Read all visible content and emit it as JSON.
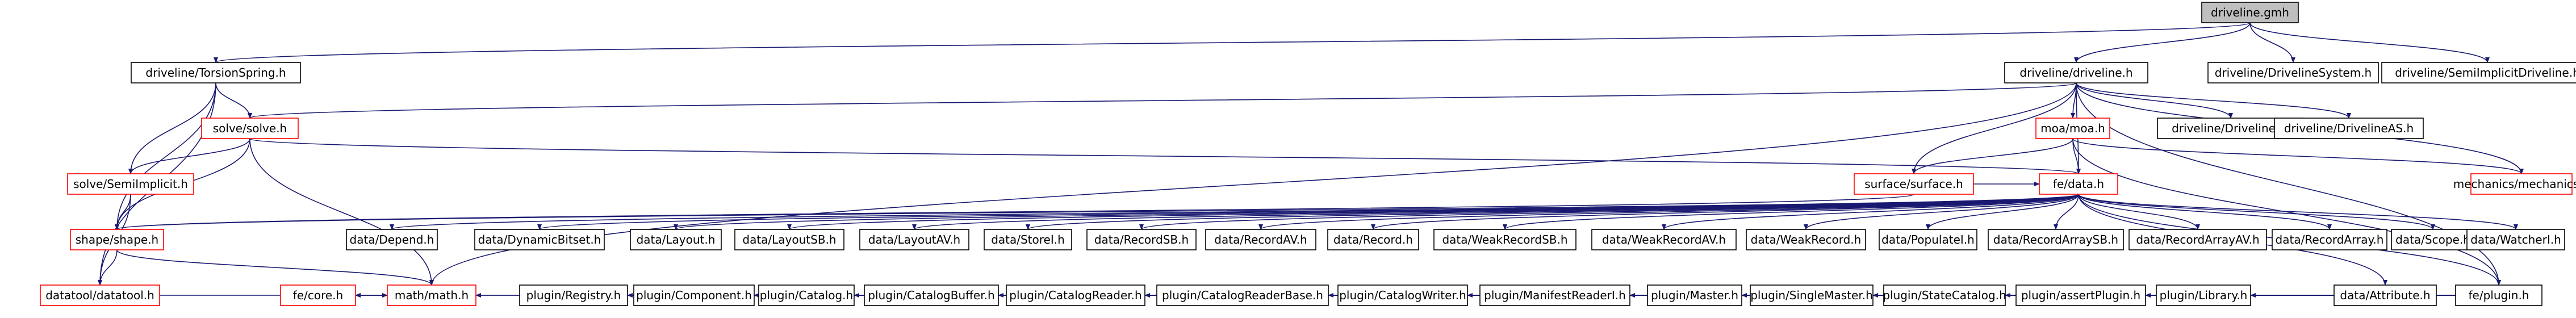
{
  "graph": {
    "colors": {
      "background": "#ffffff",
      "root_fill": "#bfbfbf",
      "node_fill": "#ffffff",
      "node_border": "#000000",
      "truncated_border": "#ff0000",
      "edge": "#191970",
      "text": "#000000"
    },
    "nodes": [
      {
        "id": "root",
        "label": "driveline.gmh",
        "style": "root"
      },
      {
        "id": "torsion",
        "label": "driveline/TorsionSpring.h",
        "style": "normal"
      },
      {
        "id": "dl",
        "label": "driveline/driveline.h",
        "style": "normal"
      },
      {
        "id": "dlsys",
        "label": "driveline/DrivelineSystem.h",
        "style": "normal"
      },
      {
        "id": "semiimp_dl",
        "label": "driveline/SemiImplicitDriveline.h",
        "style": "normal"
      },
      {
        "id": "solve",
        "label": "solve/solve.h",
        "style": "truncated"
      },
      {
        "id": "moa",
        "label": "moa/moa.h",
        "style": "truncated"
      },
      {
        "id": "dlinet",
        "label": "driveline/DrivelineI.h",
        "style": "normal"
      },
      {
        "id": "dlas",
        "label": "driveline/DrivelineAS.h",
        "style": "normal"
      },
      {
        "id": "semiimp",
        "label": "solve/SemiImplicit.h",
        "style": "truncated"
      },
      {
        "id": "surface",
        "label": "surface/surface.h",
        "style": "truncated"
      },
      {
        "id": "mechanics",
        "label": "mechanics/mechanics.h",
        "style": "truncated"
      },
      {
        "id": "fedata",
        "label": "fe/data.h",
        "style": "truncated"
      },
      {
        "id": "shape",
        "label": "shape/shape.h",
        "style": "truncated"
      },
      {
        "id": "datatool",
        "label": "datatool/datatool.h",
        "style": "truncated"
      },
      {
        "id": "depend",
        "label": "data/Depend.h",
        "style": "normal"
      },
      {
        "id": "dynbitset",
        "label": "data/DynamicBitset.h",
        "style": "normal"
      },
      {
        "id": "layout",
        "label": "data/Layout.h",
        "style": "normal"
      },
      {
        "id": "layoutsb",
        "label": "data/LayoutSB.h",
        "style": "normal"
      },
      {
        "id": "layoutav",
        "label": "data/LayoutAV.h",
        "style": "normal"
      },
      {
        "id": "storei",
        "label": "data/StoreI.h",
        "style": "normal"
      },
      {
        "id": "recordsb",
        "label": "data/RecordSB.h",
        "style": "normal"
      },
      {
        "id": "recordav",
        "label": "data/RecordAV.h",
        "style": "normal"
      },
      {
        "id": "record",
        "label": "data/Record.h",
        "style": "normal"
      },
      {
        "id": "weakrecordsb",
        "label": "data/WeakRecordSB.h",
        "style": "normal"
      },
      {
        "id": "weakrecordav",
        "label": "data/WeakRecordAV.h",
        "style": "normal"
      },
      {
        "id": "weakrecord",
        "label": "data/WeakRecord.h",
        "style": "normal"
      },
      {
        "id": "populatei",
        "label": "data/PopulateI.h",
        "style": "normal"
      },
      {
        "id": "recordarraysb",
        "label": "data/RecordArraySB.h",
        "style": "normal"
      },
      {
        "id": "recordarrayav",
        "label": "data/RecordArrayAV.h",
        "style": "normal"
      },
      {
        "id": "recordarray",
        "label": "data/RecordArray.h",
        "style": "normal"
      },
      {
        "id": "scope",
        "label": "data/Scope.h",
        "style": "normal"
      },
      {
        "id": "watcheri",
        "label": "data/WatcherI.h",
        "style": "normal"
      },
      {
        "id": "attribute",
        "label": "data/Attribute.h",
        "style": "normal"
      },
      {
        "id": "feplugin",
        "label": "fe/plugin.h",
        "style": "normal"
      },
      {
        "id": "registry",
        "label": "plugin/Registry.h",
        "style": "normal"
      },
      {
        "id": "component",
        "label": "plugin/Component.h",
        "style": "normal"
      },
      {
        "id": "catalog",
        "label": "plugin/Catalog.h",
        "style": "normal"
      },
      {
        "id": "catbuffer",
        "label": "plugin/CatalogBuffer.h",
        "style": "normal"
      },
      {
        "id": "catreader",
        "label": "plugin/CatalogReader.h",
        "style": "normal"
      },
      {
        "id": "catreaderbase",
        "label": "plugin/CatalogReaderBase.h",
        "style": "normal"
      },
      {
        "id": "catwriter",
        "label": "plugin/CatalogWriter.h",
        "style": "normal"
      },
      {
        "id": "manifest",
        "label": "plugin/ManifestReaderI.h",
        "style": "normal"
      },
      {
        "id": "master",
        "label": "plugin/Master.h",
        "style": "normal"
      },
      {
        "id": "singlemaster",
        "label": "plugin/SingleMaster.h",
        "style": "normal"
      },
      {
        "id": "statecatalog",
        "label": "plugin/StateCatalog.h",
        "style": "normal"
      },
      {
        "id": "assertplugin",
        "label": "plugin/assertPlugin.h",
        "style": "normal"
      },
      {
        "id": "library",
        "label": "plugin/Library.h",
        "style": "normal"
      },
      {
        "id": "math",
        "label": "math/math.h",
        "style": "truncated"
      },
      {
        "id": "fecore",
        "label": "fe/core.h",
        "style": "truncated"
      }
    ],
    "edges": [
      [
        "root",
        "torsion"
      ],
      [
        "root",
        "dl"
      ],
      [
        "root",
        "dlsys"
      ],
      [
        "root",
        "semiimp_dl"
      ],
      [
        "torsion",
        "solve"
      ],
      [
        "torsion",
        "semiimp"
      ],
      [
        "torsion",
        "shape"
      ],
      [
        "torsion",
        "datatool"
      ],
      [
        "dl",
        "solve"
      ],
      [
        "dl",
        "moa"
      ],
      [
        "dl",
        "dlinet"
      ],
      [
        "dl",
        "dlas"
      ],
      [
        "dl",
        "surface"
      ],
      [
        "dl",
        "mechanics"
      ],
      [
        "dl",
        "fedata"
      ],
      [
        "dl",
        "feplugin"
      ],
      [
        "dl",
        "math"
      ],
      [
        "solve",
        "semiimp"
      ],
      [
        "solve",
        "shape"
      ],
      [
        "solve",
        "fedata"
      ],
      [
        "solve",
        "math"
      ],
      [
        "semiimp",
        "datatool"
      ],
      [
        "semiimp",
        "shape"
      ],
      [
        "moa",
        "fedata"
      ],
      [
        "moa",
        "mechanics"
      ],
      [
        "moa",
        "feplugin"
      ],
      [
        "moa",
        "surface"
      ],
      [
        "surface",
        "fedata"
      ],
      [
        "surface",
        "shape"
      ],
      [
        "shape",
        "datatool"
      ],
      [
        "shape",
        "math"
      ],
      [
        "datatool",
        "math"
      ],
      [
        "fedata",
        "depend"
      ],
      [
        "fedata",
        "dynbitset"
      ],
      [
        "fedata",
        "layout"
      ],
      [
        "fedata",
        "layoutsb"
      ],
      [
        "fedata",
        "layoutav"
      ],
      [
        "fedata",
        "storei"
      ],
      [
        "fedata",
        "recordsb"
      ],
      [
        "fedata",
        "recordav"
      ],
      [
        "fedata",
        "record"
      ],
      [
        "fedata",
        "weakrecordsb"
      ],
      [
        "fedata",
        "weakrecordav"
      ],
      [
        "fedata",
        "weakrecord"
      ],
      [
        "fedata",
        "populatei"
      ],
      [
        "fedata",
        "recordarraysb"
      ],
      [
        "fedata",
        "recordarrayav"
      ],
      [
        "fedata",
        "recordarray"
      ],
      [
        "fedata",
        "scope"
      ],
      [
        "fedata",
        "watcheri"
      ],
      [
        "fedata",
        "attribute"
      ],
      [
        "fedata",
        "feplugin"
      ],
      [
        "fedata",
        "shape"
      ],
      [
        "feplugin",
        "registry"
      ],
      [
        "feplugin",
        "component"
      ],
      [
        "feplugin",
        "catalog"
      ],
      [
        "feplugin",
        "catbuffer"
      ],
      [
        "feplugin",
        "catreader"
      ],
      [
        "feplugin",
        "catreaderbase"
      ],
      [
        "feplugin",
        "catwriter"
      ],
      [
        "feplugin",
        "manifest"
      ],
      [
        "feplugin",
        "master"
      ],
      [
        "feplugin",
        "singlemaster"
      ],
      [
        "feplugin",
        "statecatalog"
      ],
      [
        "feplugin",
        "assertplugin"
      ],
      [
        "feplugin",
        "library"
      ],
      [
        "feplugin",
        "math"
      ],
      [
        "feplugin",
        "fecore"
      ],
      [
        "math",
        "fecore"
      ]
    ]
  }
}
